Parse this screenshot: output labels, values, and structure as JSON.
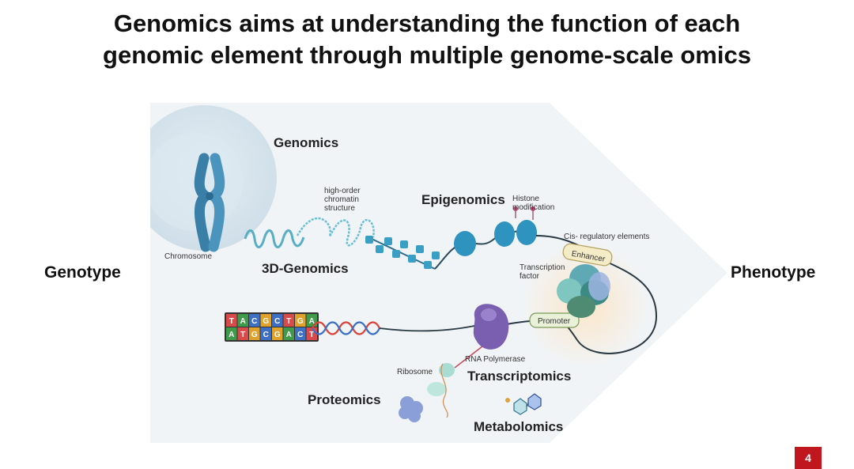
{
  "slide": {
    "title_line1": "Genomics aims at understanding the function of each",
    "title_line2": "genomic element through multiple genome-scale omics",
    "page_number": "4"
  },
  "sides": {
    "left": "Genotype",
    "right": "Phenotype"
  },
  "figure": {
    "labels": {
      "genomics": "Genomics",
      "chromosome": "Chromosome",
      "high_order_1": "high-order",
      "high_order_2": "chromatin",
      "high_order_3": "structure",
      "three_d": "3D-Genomics",
      "epigenomics": "Epigenomics",
      "histone_1": "Histone",
      "histone_2": "modification",
      "cis": "Cis- regulatory elements",
      "enhancer": "Enhancer",
      "tf_1": "Transcription",
      "tf_2": "factor",
      "promoter": "Promoter",
      "rna_pol": "RNA Polymerase",
      "ribosome": "Ribosome",
      "transcriptomics": "Transcriptomics",
      "proteomics": "Proteomics",
      "metabolomics": "Metabolomics"
    },
    "dna_bases": {
      "top": [
        "T",
        "A",
        "C",
        "G",
        "C",
        "T",
        "G",
        "A"
      ],
      "bottom": [
        "A",
        "T",
        "G",
        "C",
        "G",
        "A",
        "C",
        "T"
      ]
    },
    "base_colors": {
      "A": "#3f9a4a",
      "T": "#d94b4b",
      "C": "#3d6fc4",
      "G": "#e0a22a"
    }
  }
}
